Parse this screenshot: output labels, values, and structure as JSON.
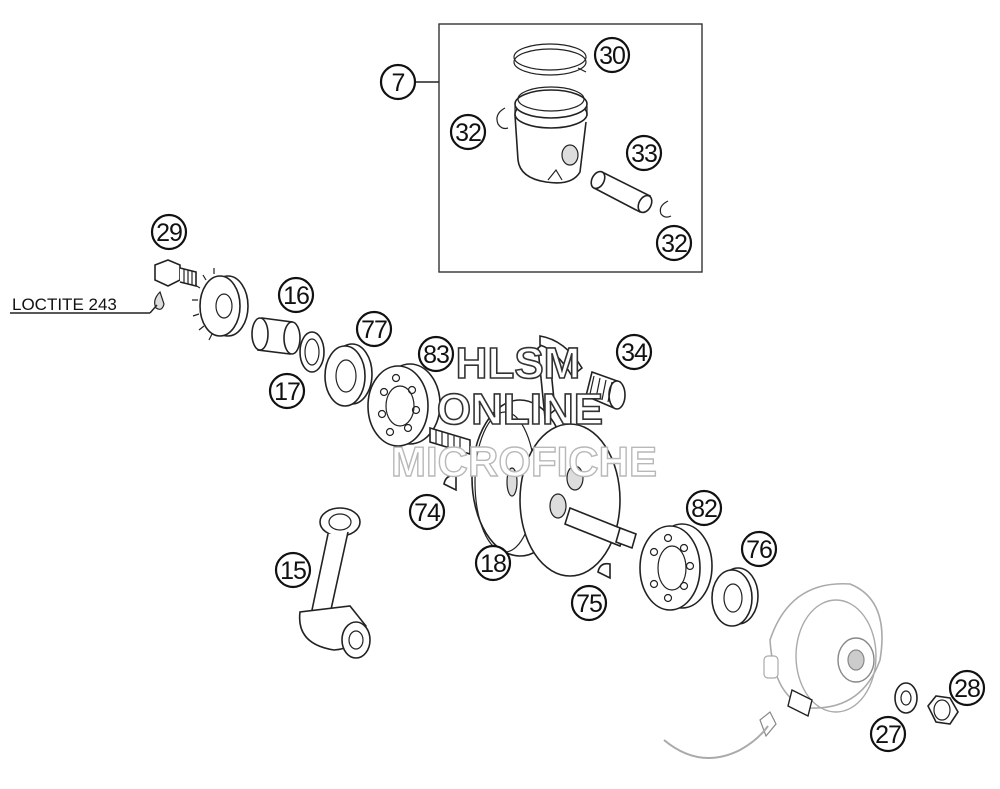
{
  "callouts": [
    {
      "id": "c7",
      "label": "7"
    },
    {
      "id": "c30",
      "label": "30"
    },
    {
      "id": "c32a",
      "label": "32"
    },
    {
      "id": "c33",
      "label": "33"
    },
    {
      "id": "c32b",
      "label": "32"
    },
    {
      "id": "c29",
      "label": "29"
    },
    {
      "id": "c16",
      "label": "16"
    },
    {
      "id": "c17",
      "label": "17"
    },
    {
      "id": "c77",
      "label": "77"
    },
    {
      "id": "c83",
      "label": "83"
    },
    {
      "id": "c34",
      "label": "34"
    },
    {
      "id": "c74",
      "label": "74"
    },
    {
      "id": "c18",
      "label": "18"
    },
    {
      "id": "c15",
      "label": "15"
    },
    {
      "id": "c82",
      "label": "82"
    },
    {
      "id": "c76",
      "label": "76"
    },
    {
      "id": "c75",
      "label": "75"
    },
    {
      "id": "c28",
      "label": "28"
    },
    {
      "id": "c27",
      "label": "27"
    }
  ],
  "annotation": {
    "loctite": "LOCTITE 243"
  },
  "watermark": {
    "line1": "HLSM",
    "line2": "ONLINE",
    "line3": "MICROFICHE"
  },
  "colors": {
    "ink": "#111111",
    "background": "#ffffff"
  }
}
